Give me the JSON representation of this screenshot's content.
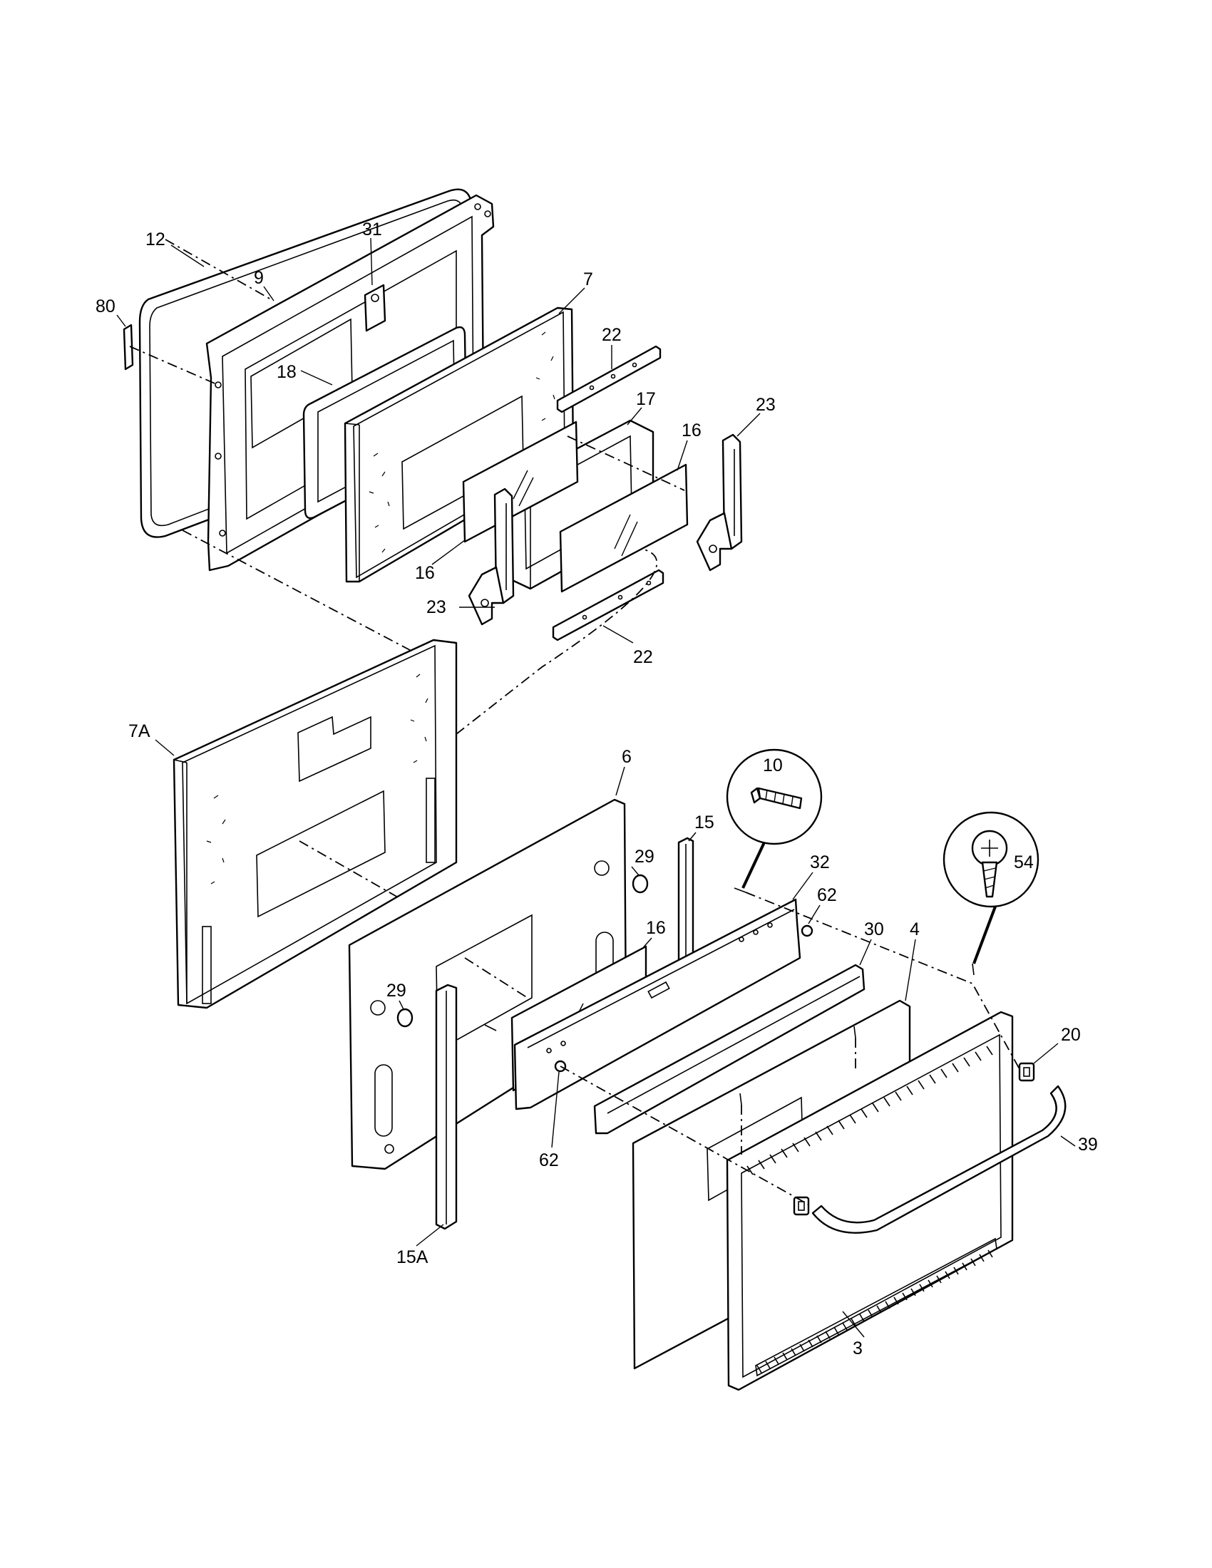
{
  "diagram": {
    "callouts": [
      "12",
      "31",
      "9",
      "7",
      "80",
      "18",
      "22",
      "17",
      "23",
      "16",
      "16",
      "23",
      "22",
      "7A",
      "6",
      "10",
      "15",
      "29",
      "32",
      "54",
      "62",
      "30",
      "4",
      "29",
      "16",
      "20",
      "39",
      "62",
      "15A",
      "3"
    ]
  }
}
